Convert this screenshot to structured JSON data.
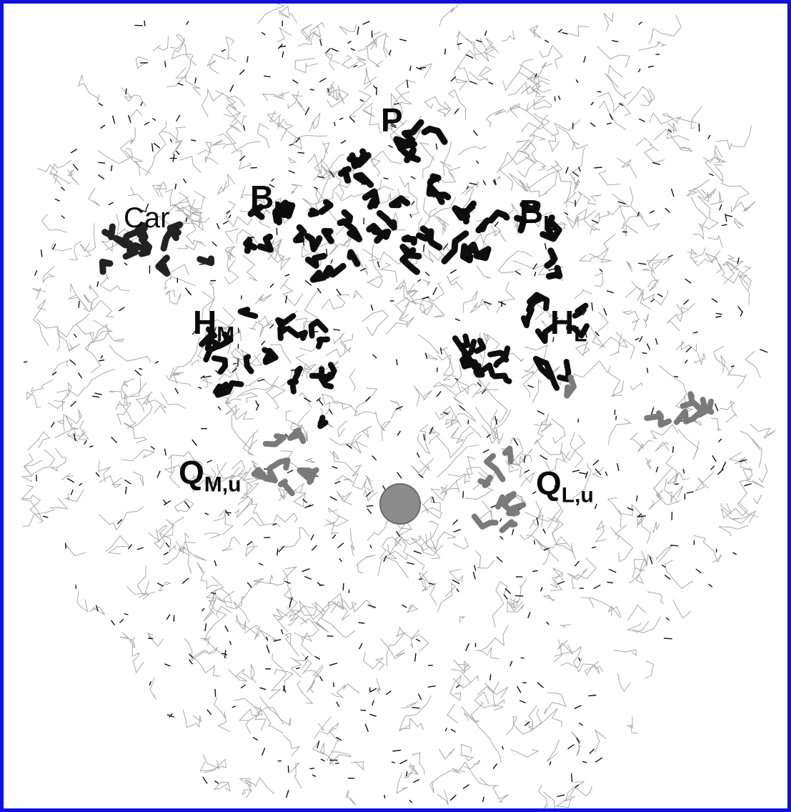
{
  "figure": {
    "border_color": "#1010e0",
    "background": "#ffffff",
    "mesh_color": "#a8a8a8",
    "tick_color": "#111111",
    "cofactor_dark": "#0d0d0d",
    "cofactor_grey": "#7a7a7a",
    "sphere_color": "#8c8c8c"
  },
  "labels": {
    "p": {
      "main": "P",
      "sub": ""
    },
    "bm": {
      "main": "B",
      "sub": "M"
    },
    "bl": {
      "main": "B",
      "sub": "L"
    },
    "car": {
      "main": "Car",
      "sub": ""
    },
    "hm": {
      "main": "H",
      "sub": "M"
    },
    "hl": {
      "main": "H",
      "sub": "L"
    },
    "qm": {
      "main": "Q",
      "sub": "M,u"
    },
    "ql": {
      "main": "Q",
      "sub": "L,u"
    }
  }
}
